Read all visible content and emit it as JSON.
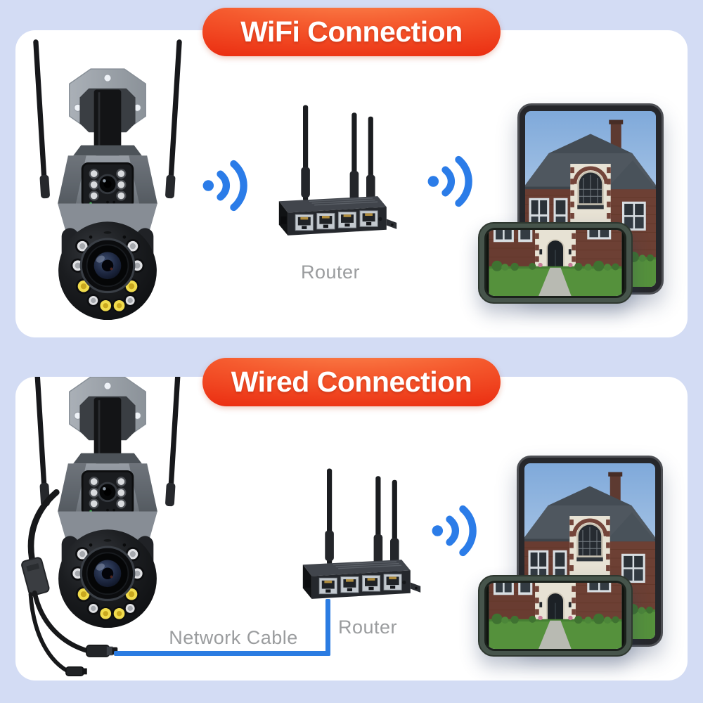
{
  "colors": {
    "page_background": "#d3dcf4",
    "panel_background": "#ffffff",
    "banner_gradient_start": "#fc8d53",
    "banner_gradient_end": "#e52408",
    "banner_text": "#ffffff",
    "wifi_signal_blue": "#2b7ce8",
    "network_cable_blue": "#2b7ce2",
    "label_gray": "#9a9c9e"
  },
  "icons": {
    "wifi_signal": "wifi-signal-icon",
    "camera": "ptz-dual-lens-camera-image",
    "camera_wired": "ptz-camera-with-pigtail-cable-image",
    "router": "wireless-router-image",
    "tablet": "tablet-showing-house-view",
    "phone": "phone-showing-house-view"
  },
  "sections": [
    {
      "id": "wifi",
      "banner": "WiFi Connection",
      "router_label": "Router"
    },
    {
      "id": "wired",
      "banner": "Wired Connection",
      "router_label": "Router",
      "cable_label": "Network Cable"
    }
  ]
}
